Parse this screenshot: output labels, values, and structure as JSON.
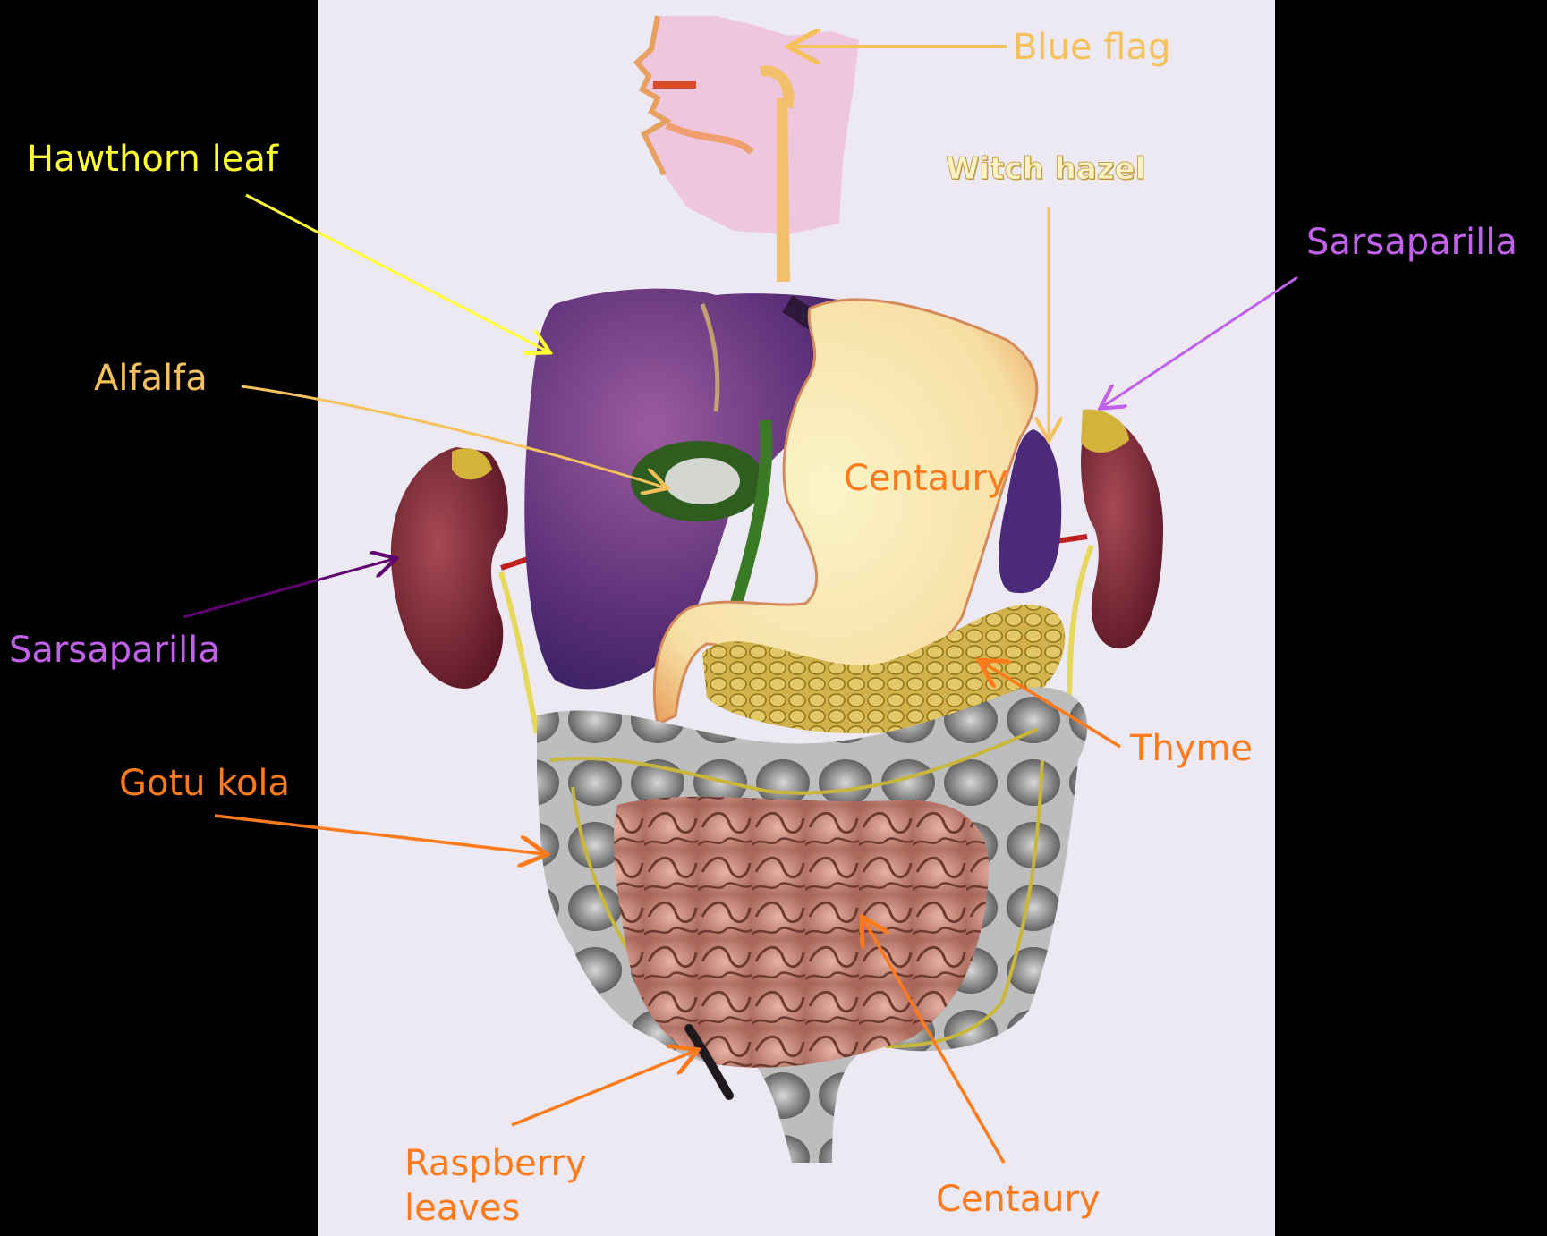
{
  "labels": {
    "blue_flag": "Blue flag",
    "hawthorn_leaf": "Hawthorn leaf",
    "witch_hazel": "Witch hazel",
    "sarsaparilla_right": "Sarsaparilla",
    "alfalfa": "Alfalfa",
    "centaury_stomach": "Centaury",
    "sarsaparilla_left": "Sarsaparilla",
    "thyme": "Thyme",
    "gotu_kola": "Gotu kola",
    "raspberry_line1": "Raspberry",
    "raspberry_line2": "leaves",
    "centaury_intestine": "Centaury"
  },
  "colors": {
    "background": "#000000",
    "paper": "#ede9f2",
    "blue_flag": "#f5c15c",
    "hawthorn_leaf": "#ffff33",
    "witch_hazel": "#f5c15c",
    "sarsaparilla_right": "#c160ea",
    "sarsaparilla_arrow_left": "#5e0070",
    "alfalfa": "#f5c15c",
    "orange": "#ff7a1a"
  }
}
